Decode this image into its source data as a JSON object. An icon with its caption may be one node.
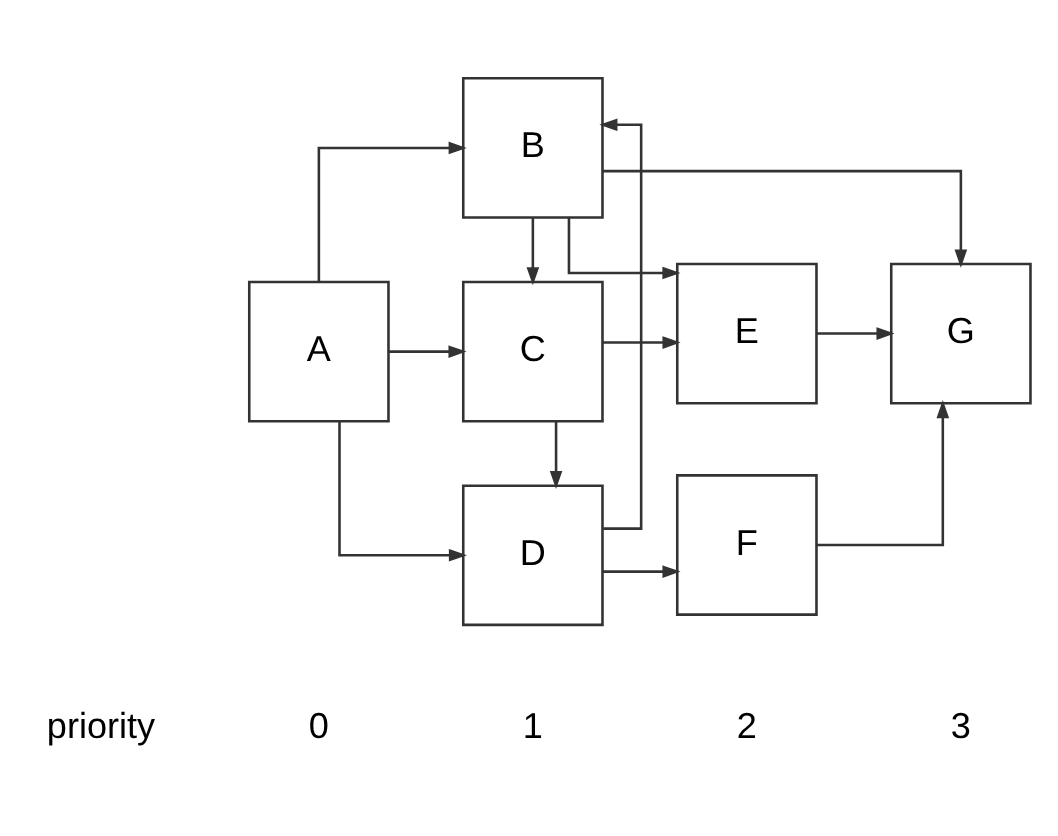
{
  "diagram": {
    "nodes": [
      {
        "text": [
          "A"
        ]
      },
      {
        "text": [
          "B"
        ]
      },
      {
        "text": [
          "C"
        ]
      },
      {
        "text": [
          "D"
        ]
      },
      {
        "text": [
          "E"
        ]
      },
      {
        "text": [
          "F"
        ]
      },
      {
        "text": [
          "G"
        ]
      }
    ],
    "edges": [
      {
        "from": 0,
        "to": 1,
        "arrow": "to"
      },
      {
        "from": 0,
        "to": 2,
        "arrow": "to"
      },
      {
        "from": 0,
        "to": 3,
        "arrow": "to"
      },
      {
        "from": 1,
        "to": 2,
        "arrow": "to"
      },
      {
        "from": 2,
        "to": 3,
        "arrow": "to"
      },
      {
        "from": 3,
        "to": 1,
        "arrow": "to"
      },
      {
        "from": 1,
        "to": 4,
        "arrow": "to"
      },
      {
        "from": 1,
        "to": 6,
        "arrow": "to"
      },
      {
        "from": 2,
        "to": 4,
        "arrow": "to"
      },
      {
        "from": 3,
        "to": 5,
        "arrow": "to"
      },
      {
        "from": 4,
        "to": 6,
        "arrow": "to"
      },
      {
        "from": 5,
        "to": 6,
        "arrow": "to"
      }
    ],
    "labels": [
      "priority",
      "0",
      "1",
      "2",
      "3"
    ]
  }
}
